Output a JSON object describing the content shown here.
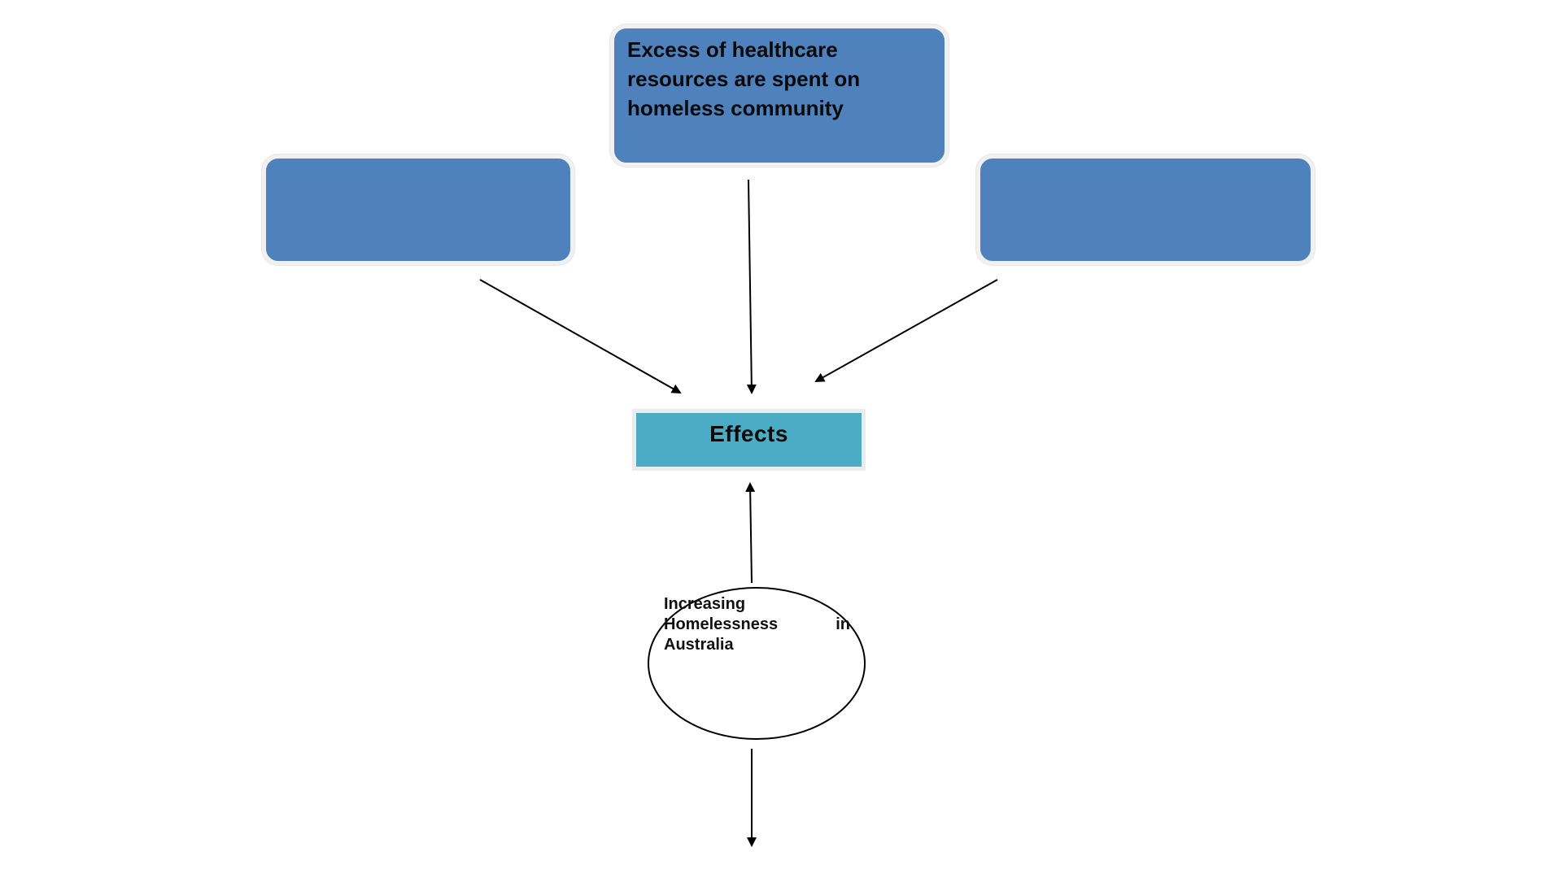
{
  "colors": {
    "box_fill": "#4f81bd",
    "effects_fill": "#4bacc6",
    "line": "#000000",
    "text": "#0a0a0a"
  },
  "nodes": {
    "top_box": {
      "text": "Excess of healthcare resources are spent on homeless community"
    },
    "left_box": {
      "text": ""
    },
    "right_box": {
      "text": ""
    },
    "effects": {
      "text": "Effects"
    },
    "cause": {
      "text": "Increasing Homelessness in Australia"
    }
  }
}
